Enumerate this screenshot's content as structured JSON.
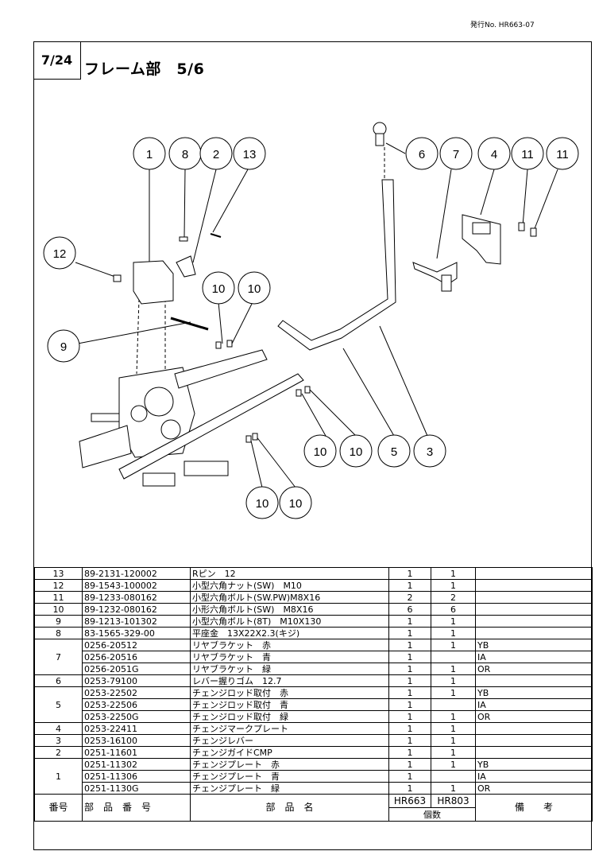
{
  "issue_no": "発行No. HR663-07",
  "page_label": "7/24",
  "title": "フレーム部　5/6",
  "callouts": [
    "1",
    "8",
    "2",
    "13",
    "6",
    "7",
    "4",
    "11",
    "11",
    "12",
    "10",
    "10",
    "9",
    "10",
    "10",
    "5",
    "3",
    "10",
    "10"
  ],
  "table": {
    "header": {
      "no": "番号",
      "part_no": "部　品　番　号",
      "part_name": "部　品　名",
      "qty": "個数",
      "m1": "HR663",
      "m2": "HR803",
      "remarks": "備　　考"
    },
    "rows": [
      {
        "no": "13",
        "items": [
          {
            "part": "89-2131-120002",
            "name": "Rピン　12",
            "q1": "1",
            "q2": "1",
            "rem": ""
          }
        ]
      },
      {
        "no": "12",
        "items": [
          {
            "part": "89-1543-100002",
            "name": "小型六角ナット(SW)　M10",
            "q1": "1",
            "q2": "1",
            "rem": ""
          }
        ]
      },
      {
        "no": "11",
        "items": [
          {
            "part": "89-1233-080162",
            "name": "小型六角ボルト(SW.PW)M8X16",
            "q1": "2",
            "q2": "2",
            "rem": ""
          }
        ]
      },
      {
        "no": "10",
        "items": [
          {
            "part": "89-1232-080162",
            "name": "小形六角ボルト(SW)　M8X16",
            "q1": "6",
            "q2": "6",
            "rem": ""
          }
        ]
      },
      {
        "no": "9",
        "items": [
          {
            "part": "89-1213-101302",
            "name": "小型六角ボルト(8T)　M10X130",
            "q1": "1",
            "q2": "1",
            "rem": ""
          }
        ]
      },
      {
        "no": "8",
        "items": [
          {
            "part": "83-1565-329-00",
            "name": "平座金　13X22X2.3(キジ)",
            "q1": "1",
            "q2": "1",
            "rem": ""
          }
        ]
      },
      {
        "no": "7",
        "items": [
          {
            "part": "0256-20512",
            "name": "リヤブラケット　赤",
            "q1": "1",
            "q2": "1",
            "rem": "YB"
          },
          {
            "part": "0256-20516",
            "name": "リヤブラケット　青",
            "q1": "1",
            "q2": "",
            "rem": "IA"
          },
          {
            "part": "0256-2051G",
            "name": "リヤブラケット　緑",
            "q1": "1",
            "q2": "1",
            "rem": "OR"
          }
        ]
      },
      {
        "no": "6",
        "items": [
          {
            "part": "0253-79100",
            "name": "レバー握りゴム　12.7",
            "q1": "1",
            "q2": "1",
            "rem": ""
          }
        ]
      },
      {
        "no": "5",
        "items": [
          {
            "part": "0253-22502",
            "name": "チェンジロッド取付　赤",
            "q1": "1",
            "q2": "1",
            "rem": "YB"
          },
          {
            "part": "0253-22506",
            "name": "チェンジロッド取付　青",
            "q1": "1",
            "q2": "",
            "rem": "IA"
          },
          {
            "part": "0253-2250G",
            "name": "チェンジロッド取付　緑",
            "q1": "1",
            "q2": "1",
            "rem": "OR"
          }
        ]
      },
      {
        "no": "4",
        "items": [
          {
            "part": "0253-22411",
            "name": "チェンジマークプレート",
            "q1": "1",
            "q2": "1",
            "rem": ""
          }
        ]
      },
      {
        "no": "3",
        "items": [
          {
            "part": "0253-16100",
            "name": "チェンジレバー",
            "q1": "1",
            "q2": "1",
            "rem": ""
          }
        ]
      },
      {
        "no": "2",
        "items": [
          {
            "part": "0251-11601",
            "name": "チェンジガイドCMP",
            "q1": "1",
            "q2": "1",
            "rem": ""
          }
        ]
      },
      {
        "no": "1",
        "items": [
          {
            "part": "0251-11302",
            "name": "チェンジプレート　赤",
            "q1": "1",
            "q2": "1",
            "rem": "YB"
          },
          {
            "part": "0251-11306",
            "name": "チェンジプレート　青",
            "q1": "1",
            "q2": "",
            "rem": "IA"
          },
          {
            "part": "0251-1130G",
            "name": "チェンジプレート　緑",
            "q1": "1",
            "q2": "1",
            "rem": "OR"
          }
        ]
      }
    ]
  }
}
